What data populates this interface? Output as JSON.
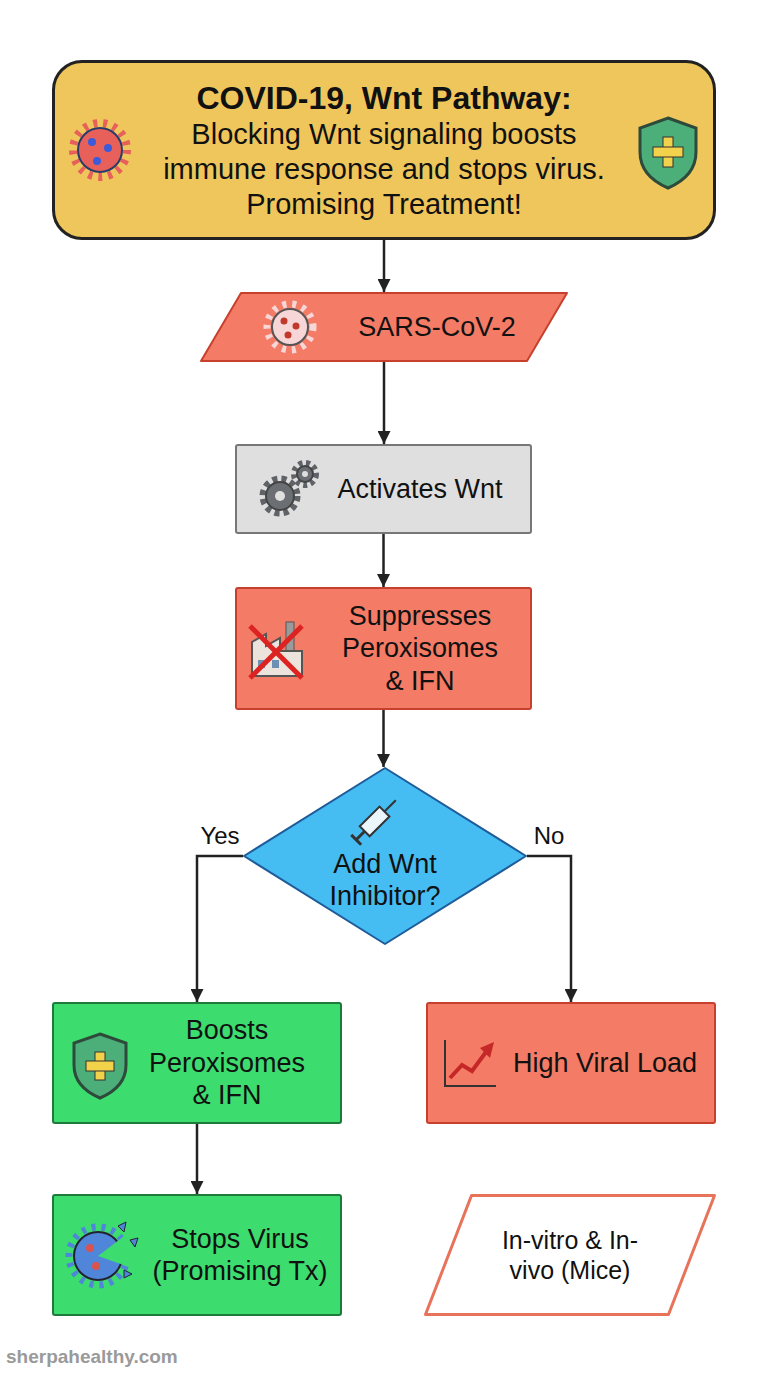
{
  "diagram": {
    "nodes": [
      {
        "text": [
          "COVID-19, Wnt Pathway:",
          "Blocking Wnt signaling boosts immune response and stops virus. Promising Treatment!"
        ]
      },
      {
        "text": [
          "SARS-CoV-2"
        ]
      },
      {
        "text": [
          "Activates Wnt"
        ]
      },
      {
        "text": [
          "Suppresses Peroxisomes & IFN"
        ]
      },
      {
        "text": [
          "Add Wnt Inhibitor?"
        ]
      },
      {
        "text": [
          "Boosts Peroxisomes & IFN"
        ]
      },
      {
        "text": [
          "High Viral Load"
        ]
      },
      {
        "text": [
          "Stops Virus (Promising Tx)"
        ]
      },
      {
        "text": [
          "In-vitro & In-vivo (Mice)"
        ]
      }
    ],
    "edges": [
      {
        "from": 0,
        "to": 1,
        "arrow": "to"
      },
      {
        "from": 1,
        "to": 2,
        "arrow": "to"
      },
      {
        "from": 2,
        "to": 3,
        "arrow": "to"
      },
      {
        "from": 3,
        "to": 4,
        "arrow": "to"
      },
      {
        "from": 4,
        "to": 5,
        "label": "Yes",
        "arrow": "to"
      },
      {
        "from": 4,
        "to": 6,
        "label": "No",
        "arrow": "to"
      },
      {
        "from": 5,
        "to": 7,
        "arrow": "to"
      }
    ],
    "labels": [
      "sherpahealthy.com"
    ]
  }
}
